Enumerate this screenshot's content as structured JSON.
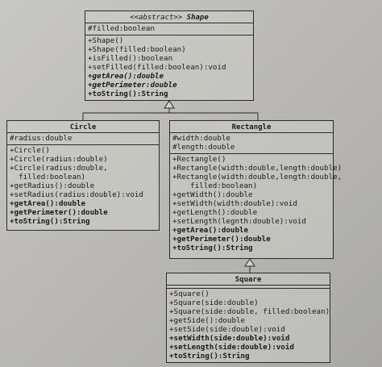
{
  "classes": {
    "shape": {
      "stereotype": "<<abstract>>",
      "name": "Shape",
      "attributes": [
        "#filled:boolean"
      ],
      "methods": [
        {
          "text": "+Shape()",
          "style": "normal"
        },
        {
          "text": "+Shape(filled:boolean)",
          "style": "normal"
        },
        {
          "text": "+isFilled():boolean",
          "style": "normal"
        },
        {
          "text": "+setFilled(filled:boolean):void",
          "style": "normal"
        },
        {
          "text": "+getArea():double",
          "style": "bold-italic"
        },
        {
          "text": "+getPerimeter:double",
          "style": "bold-italic"
        },
        {
          "text": "+toString():String",
          "style": "bold"
        }
      ]
    },
    "circle": {
      "name": "Circle",
      "attributes": [
        "#radius:double"
      ],
      "methods": [
        {
          "text": "+Circle()",
          "style": "normal"
        },
        {
          "text": "+Circle(radius:double)",
          "style": "normal"
        },
        {
          "text": "+Circle(radius:double,",
          "style": "normal"
        },
        {
          "text": "  filled:boolean)",
          "style": "normal"
        },
        {
          "text": "+getRadius():double",
          "style": "normal"
        },
        {
          "text": "+setRadius(radius:double):void",
          "style": "normal"
        },
        {
          "text": "+getArea():double",
          "style": "bold"
        },
        {
          "text": "+getPerimeter():double",
          "style": "bold"
        },
        {
          "text": "+toString():String",
          "style": "bold"
        }
      ]
    },
    "rectangle": {
      "name": "Rectangle",
      "attributes": [
        "#width:double",
        "#length:double"
      ],
      "methods": [
        {
          "text": "+Rectangle()",
          "style": "normal"
        },
        {
          "text": "+Rectangle(width:double,length:double)",
          "style": "normal"
        },
        {
          "text": "+Rectangle(width:double,length:double,",
          "style": "normal"
        },
        {
          "text": "    filled:boolean)",
          "style": "normal"
        },
        {
          "text": "+getWidth():double",
          "style": "normal"
        },
        {
          "text": "+setWidth(width:double):void",
          "style": "normal"
        },
        {
          "text": "+getLength():double",
          "style": "normal"
        },
        {
          "text": "+setLength(legnth:double):void",
          "style": "normal"
        },
        {
          "text": "+getArea():double",
          "style": "bold"
        },
        {
          "text": "+getPerimeter():double",
          "style": "bold"
        },
        {
          "text": "+toString():String",
          "style": "bold"
        }
      ]
    },
    "square": {
      "name": "Square",
      "attributes": [],
      "methods": [
        {
          "text": "+Square()",
          "style": "normal"
        },
        {
          "text": "+Square(side:double)",
          "style": "normal"
        },
        {
          "text": "+Square(side:double, filled:boolean)",
          "style": "normal"
        },
        {
          "text": "+getSide():double",
          "style": "normal"
        },
        {
          "text": "+setSide(side:double):void",
          "style": "normal"
        },
        {
          "text": "+setWidth(side:double):void",
          "style": "bold"
        },
        {
          "text": "+setLength(side:double):void",
          "style": "bold"
        },
        {
          "text": "+toString():String",
          "style": "bold"
        }
      ]
    }
  },
  "colors": {
    "line": "#2a2a2a",
    "text": "#1a1a1a"
  }
}
